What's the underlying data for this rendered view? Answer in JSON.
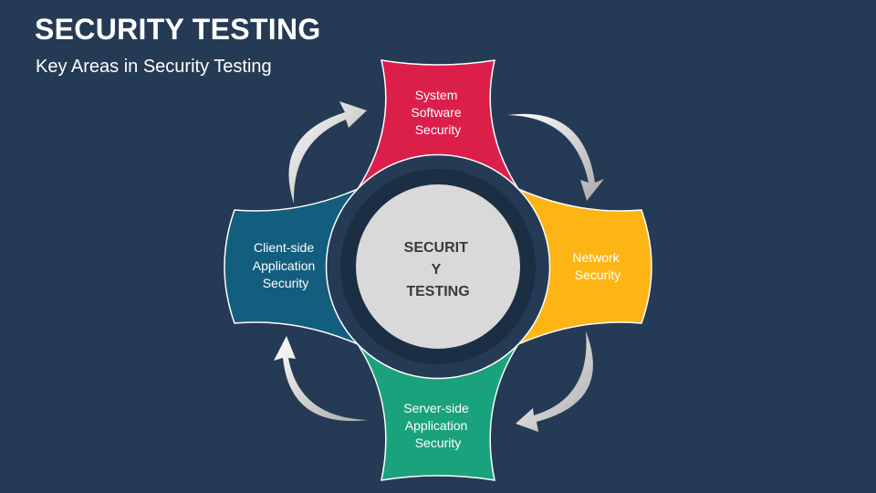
{
  "header": {
    "title": "SECURITY TESTING",
    "subtitle": "Key Areas in Security Testing"
  },
  "center": {
    "lines": [
      "SECURIT",
      "Y",
      "TESTING"
    ],
    "color": "#D9D9D9"
  },
  "segments": [
    {
      "id": "top",
      "lines": [
        "System",
        "Software",
        "Security"
      ],
      "color": "#DB1F4A"
    },
    {
      "id": "right",
      "lines": [
        "Network",
        "Security"
      ],
      "color": "#FDB515"
    },
    {
      "id": "bottom",
      "lines": [
        "Server-side",
        "Application",
        "Security"
      ],
      "color": "#1AA27C"
    },
    {
      "id": "left",
      "lines": [
        "Client-side",
        "Application",
        "Security"
      ],
      "color": "#135E7F"
    }
  ],
  "arrows": [
    {
      "id": "arrow-top-left",
      "direction": "clockwise"
    },
    {
      "id": "arrow-top-right",
      "direction": "clockwise"
    },
    {
      "id": "arrow-bottom-right",
      "direction": "clockwise"
    },
    {
      "id": "arrow-bottom-left",
      "direction": "clockwise"
    }
  ]
}
